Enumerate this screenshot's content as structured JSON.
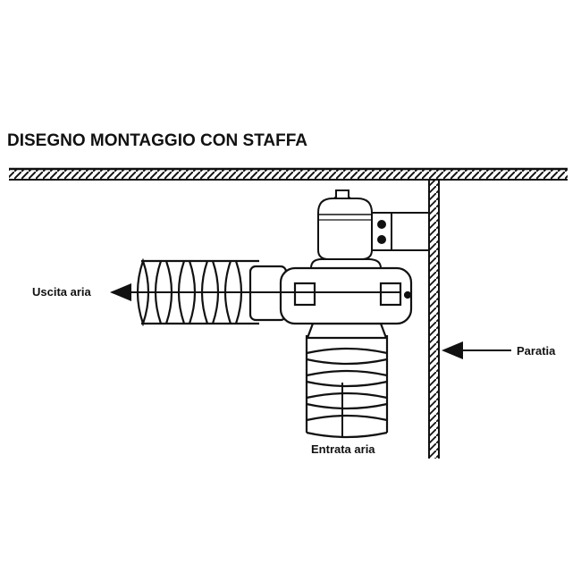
{
  "diagram": {
    "title": "DISEGNO MONTAGGIO CON STAFFA",
    "labels": {
      "air_outlet": "Uscita aria",
      "air_inlet": "Entrata aria",
      "bulkhead": "Paratia"
    },
    "colors": {
      "ink": "#111111",
      "background": "#ffffff"
    }
  }
}
